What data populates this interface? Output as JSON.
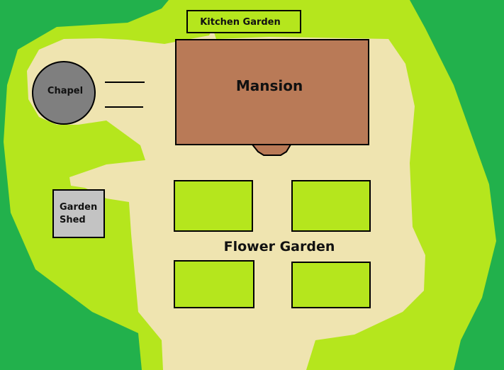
{
  "colors": {
    "outer_grass": "#22b14c",
    "lawn": "#b5e61d",
    "path": "#efe4b0",
    "mansion": "#b97a57",
    "chapel": "#7f7f7f",
    "shed": "#c3c3c3",
    "flower_bed": "#b5e61d",
    "outline": "#000000"
  },
  "labels": {
    "kitchen_garden": "Kitchen Garden",
    "mansion": "Mansion",
    "chapel": "Chapel",
    "shed_line1": "Garden",
    "shed_line2": "Shed",
    "flower_garden": "Flower Garden"
  }
}
